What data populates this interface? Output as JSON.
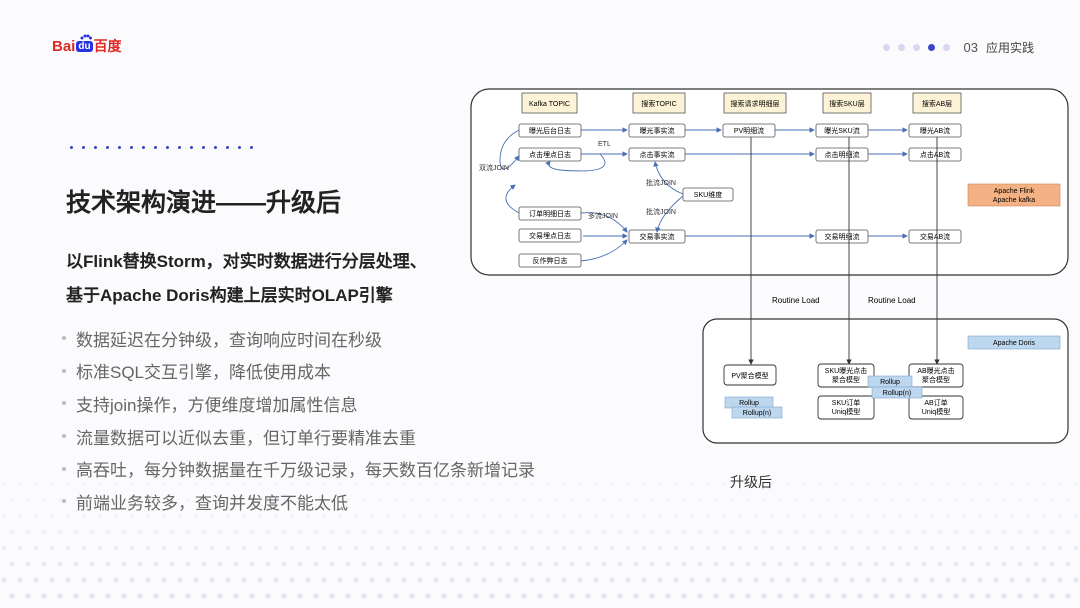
{
  "logo": {
    "text": "Bai",
    "badge": "du",
    "cn": "百度"
  },
  "nav": {
    "number": "03",
    "label": "应用实践"
  },
  "title": "技术架构演进——升级后",
  "subtitle": [
    "以Flink替换Storm，对实时数据进行分层处理、",
    "基于Apache Doris构建上层实时OLAP引擎"
  ],
  "bullets": [
    "数据延迟在分钟级，查询响应时间在秒级",
    "标准SQL交互引擎，降低使用成本",
    "支持join操作，方便维度增加属性信息",
    "流量数据可以近似去重，但订单行要精准去重",
    "高吞吐，每分钟数据量在千万级记录，每天数百亿条新增记录",
    "前端业务较多，查询并发度不能太低"
  ],
  "diagram": {
    "headers": [
      "Kafka TOPIC",
      "搜索TOPIC",
      "搜索请求明细层",
      "搜索SKU层",
      "搜索AB层"
    ],
    "sources": [
      "曝光后台日志",
      "点击埋点日志",
      "订单明细日志",
      "交易埋点日志",
      "反作弊日志"
    ],
    "topic": [
      "曝光事实流",
      "点击事实流",
      "交易事实流"
    ],
    "detail": "PV明细流",
    "sku": [
      "曝光SKU流",
      "点击明细流",
      "交易明细流"
    ],
    "ab": [
      "曝光AB流",
      "点击AB流",
      "交易AB流"
    ],
    "sku_dim": "SKU维度",
    "labels": {
      "etl": "ETL",
      "dual_join": "双流JOIN",
      "batch_join": "批流JOIN",
      "multi_join": "多流JOIN",
      "batch_join2": "批流JOIN",
      "routine_load_1": "Routine Load",
      "routine_load_2": "Routine Load"
    },
    "legend_flink": [
      "Apache Flink",
      "Apache kafka"
    ],
    "legend_doris": "Apache Doris",
    "models": {
      "pv": "PV聚合模型",
      "sku_agg": [
        "SKU曝光点击",
        "聚合模型"
      ],
      "ab_agg": [
        "AB曝光点击",
        "聚合模型"
      ],
      "sku_uniq": [
        "SKU订单",
        "Uniq模型"
      ],
      "ab_uniq": [
        "AB订单",
        "Uniq模型"
      ],
      "rollup": "Rollup",
      "rollup_n": "Rollup(n)"
    }
  },
  "caption": "升级后"
}
